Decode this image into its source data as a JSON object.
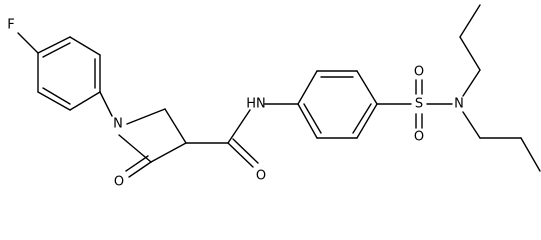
{
  "molecule": {
    "atoms": {
      "fluorine": "F",
      "ring_nitrogen": "N",
      "ketone_oxygen": "O",
      "amide_oxygen": "O",
      "amide_nh": "HN",
      "sulfur": "S",
      "sulfonyl_oxygen_top": "O",
      "sulfonyl_oxygen_bottom": "O",
      "sulfonamide_nitrogen": "N"
    }
  },
  "colors": {
    "bond": "#000000",
    "label": "#000000",
    "background": "#ffffff"
  }
}
